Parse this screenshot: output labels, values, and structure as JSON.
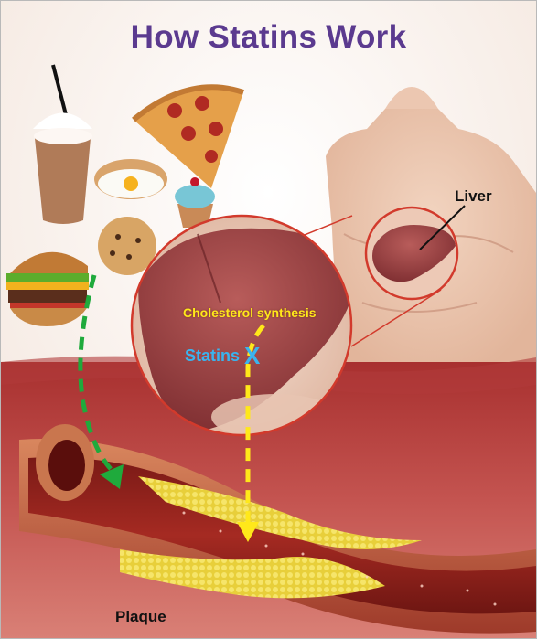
{
  "title": "How Statins Work",
  "labels": {
    "liver": "Liver",
    "synthesis": "Cholesterol synthesis",
    "statins": "Statins",
    "block_mark": "X",
    "plaque": "Plaque"
  },
  "colors": {
    "title": "#5b3a8f",
    "diet_arrow": "#1faa3c",
    "synthesis_arrow": "#ffe81a",
    "statins": "#3ab4ef"
  }
}
